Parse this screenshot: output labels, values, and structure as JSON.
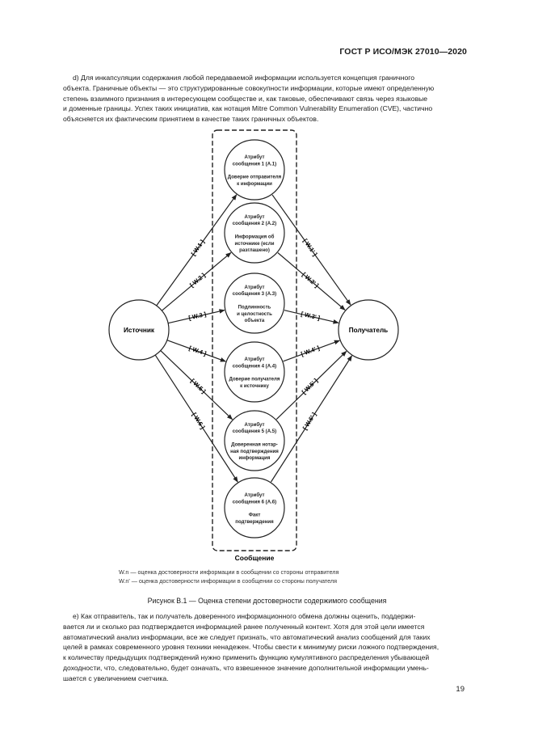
{
  "header": {
    "standard": "ГОСТ Р ИСО/МЭК 27010—2020"
  },
  "paragraph_d": {
    "lines": [
      "d) Для инкапсуляции содержания любой передаваемой информации используется концепция граничного",
      "объекта. Граничные объекты — это структурированные совокупности информации, которые имеют определенную",
      "степень взаимного признания в интересующем сообществе и, как таковые, обеспечивают связь через языковые",
      "и доменные границы. Успех таких инициатив, как нотация Mitre Common Vulnerability Enumeration (CVE), частично",
      "объясняется их фактическим принятием в качестве таких граничных объектов."
    ]
  },
  "diagram": {
    "source_label": "Источник",
    "receiver_label": "Получатель",
    "container_label": "Сообщение",
    "attributes": [
      {
        "title1": "Атрибут",
        "title2": "сообщения 1 (А.1)",
        "desc": [
          "Доверие отправителя",
          "к информации"
        ]
      },
      {
        "title1": "Атрибут",
        "title2": "сообщения 2 (А.2)",
        "desc": [
          "Информация об",
          "источнике (если",
          "разглашено)"
        ]
      },
      {
        "title1": "Атрибут",
        "title2": "сообщения 3 (А.3)",
        "desc": [
          "Подлинность",
          "и целостность",
          "объекта"
        ]
      },
      {
        "title1": "Атрибут",
        "title2": "сообщения 4 (А.4)",
        "desc": [
          "Доверие получателя",
          "к источнику"
        ]
      },
      {
        "title1": "Атрибут",
        "title2": "сообщения 5 (А.5)",
        "desc": [
          "Доверенная нотар-",
          "ная подтверждения",
          "информация"
        ]
      },
      {
        "title1": "Атрибут",
        "title2": "сообщения 6 (А.6)",
        "desc": [
          "Факт",
          "подтверждения"
        ]
      }
    ],
    "left_weights": [
      "[ W.1 ]",
      "[ W.2 ]",
      "[ W.3 ]",
      "[ W.4 ]",
      "[ W.5 ]",
      "[ W.6 ]"
    ],
    "right_weights": [
      "[ W.1' ]",
      "[ W.2' ]",
      "[ W.3' ]",
      "[ W.4' ]",
      "[ W.5' ]",
      "[ W.6' ]"
    ]
  },
  "legend": {
    "line1": "W.n — оценка достоверности информации в сообщении со стороны отправителя",
    "line2": "W.n' — оценка достоверности информации в сообщении со стороны получателя"
  },
  "caption": "Рисунок В.1 — Оценка степени достоверности содержимого сообщения",
  "paragraph_e": {
    "lines": [
      "e) Как отправитель, так и получатель доверенного информационного обмена должны оценить, поддержи-",
      "вается ли и сколько раз подтверждается информацией ранее полученный контент. Хотя для этой цели имеется",
      "автоматический анализ информации, все же следует признать, что автоматический анализ сообщений для таких",
      "целей в рамках современного уровня техники ненадежен. Чтобы свести к минимуму риски ложного подтверждения,",
      "к количеству предыдущих подтверждений нужно применить функцию кумулятивного распределения убывающей",
      "доходности, что, следовательно, будет означать, что взвешенное значение дополнительной информации умень-",
      "шается с увеличением счетчика."
    ]
  },
  "page_number": "19"
}
